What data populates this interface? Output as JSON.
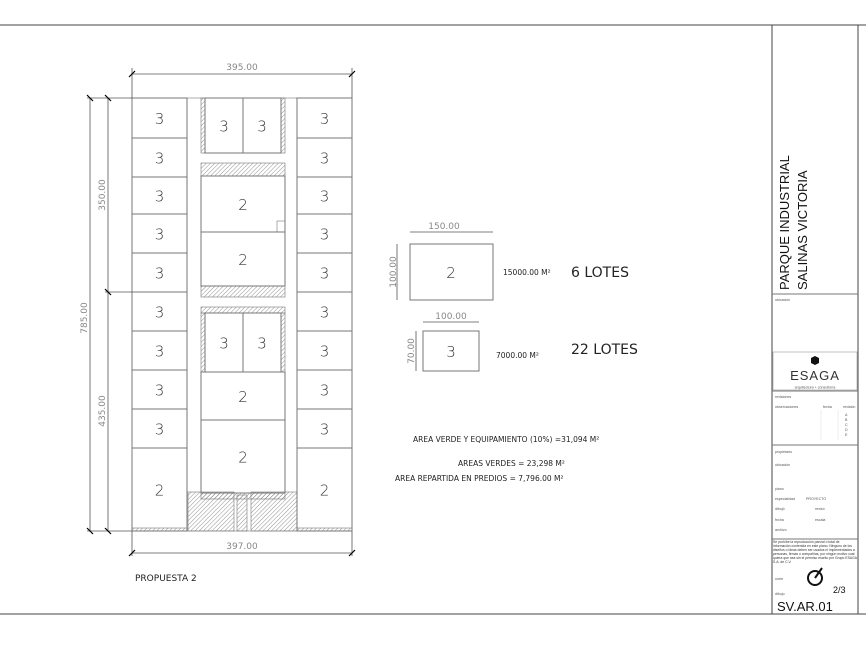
{
  "plan": {
    "dimensions": {
      "top": "395.00",
      "bottom": "397.00",
      "total_height": "785.00",
      "upper_height": "350.00",
      "lower_height": "435.00"
    },
    "left_column": [
      "3",
      "3",
      "3",
      "3",
      "3",
      "3",
      "3",
      "3",
      "3",
      "2"
    ],
    "right_column": [
      "3",
      "3",
      "3",
      "3",
      "3",
      "3",
      "3",
      "3",
      "3",
      "2"
    ],
    "middle": {
      "top_pair": [
        "3",
        "3"
      ],
      "upper_block": [
        "2",
        "2"
      ],
      "mid_pair": [
        "3",
        "3"
      ],
      "lower_block": [
        "2",
        "2"
      ]
    },
    "caption": "PROPUESTA 2"
  },
  "legend": {
    "lot_type_2": {
      "label": "2",
      "width": "150.00",
      "height": "100.00",
      "area": "15000.00 M²",
      "count": "6 LOTES"
    },
    "lot_type_3": {
      "label": "3",
      "width": "100.00",
      "height": "70.00",
      "area": "7000.00 M²",
      "count": "22 LOTES"
    }
  },
  "summary": {
    "green_and_equipment": "AREA VERDE Y EQUIPAMIENTO (10%) =31,094 M²",
    "green_areas": "AREAS VERDES = 23,298 M²",
    "distributed_area": "AREA REPARTIDA EN PREDIOS = 7,796.00 M²"
  },
  "title_block": {
    "project_title_1": "PARQUE INDUSTRIAL",
    "project_title_2": "SALINAS VICTORIA",
    "location_label": "ubicación",
    "company": "ESAGA",
    "company_tagline": "arquitectura + consultoría",
    "revisions_label": "revisiones",
    "observations_label": "observaciones",
    "date_label": "fecha",
    "revision_label": "revisión",
    "revision_letters": [
      "A",
      "B",
      "C",
      "D",
      "E"
    ],
    "owner_label": "propietario",
    "location2_label": "ubicación",
    "plan_label": "plano",
    "specialty_label": "especialidad",
    "specialty_value": "PROYECTO",
    "drew_label": "dibujó",
    "reviewed_label": "revisó",
    "date2_label": "fecha",
    "scale_label": "escala",
    "file_label": "archivo",
    "disclaimer": "Se prohíbe la reproducción parcial o total de información contenida en este plano. Ninguno de los diseños o ideas deben ser usados ni implementados a personas, firmas o compañías, por ningún motivo cual quiera que sea sin el permiso escrito por Grupo ESAGA S.A. de C.V.",
    "north_label": "norte",
    "sheet": "2/3",
    "drawing_label": "dibujo",
    "drawing_number": "SV.AR.01"
  }
}
